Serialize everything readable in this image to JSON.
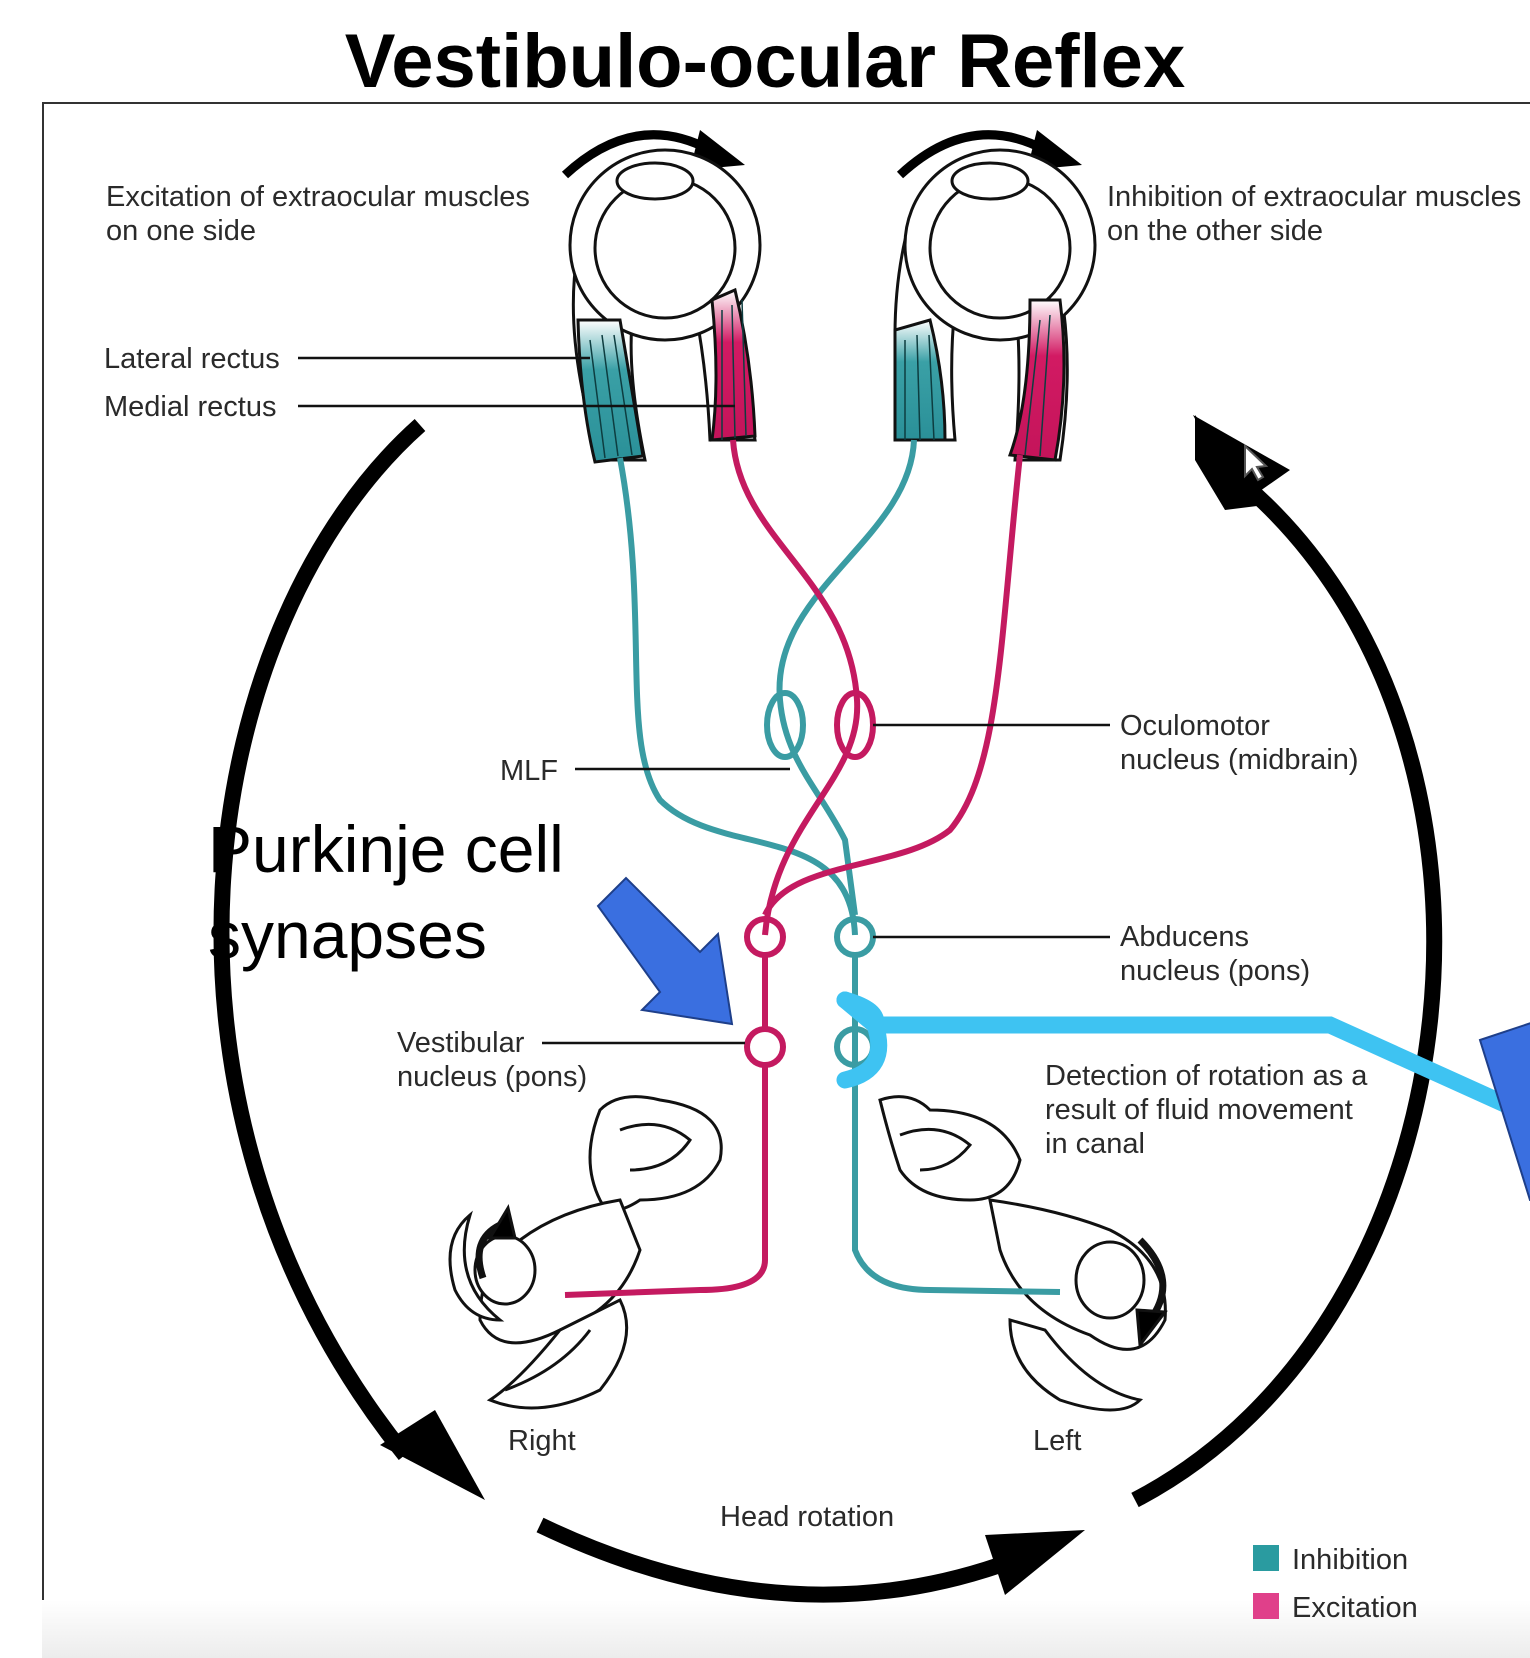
{
  "title": "Vestibulo-ocular Reflex",
  "labels": {
    "excitation_l1": "Excitation of extraocular muscles",
    "excitation_l2": "on one side",
    "inhibition_l1": "Inhibition of extraocular muscles",
    "inhibition_l2": "on the other side",
    "lateral_rectus": "Lateral rectus",
    "medial_rectus": "Medial rectus",
    "oculomotor_l1": "Oculomotor",
    "oculomotor_l2": "nucleus (midbrain)",
    "mlf": "MLF",
    "abducens_l1": "Abducens",
    "abducens_l2": "nucleus (pons)",
    "vestibular_l1": "Vestibular",
    "vestibular_l2": "nucleus (pons)",
    "detection_l1": "Detection of rotation as a",
    "detection_l2": "result of fluid movement",
    "detection_l3": "in canal",
    "right": "Right",
    "left": "Left",
    "head_rotation": "Head rotation"
  },
  "annotation": {
    "line1": "Purkinje cell",
    "line2": "synapses"
  },
  "legend": [
    {
      "label": "Inhibition",
      "color": "#2a9ba0"
    },
    {
      "label": "Excitation",
      "color": "#e0408a"
    }
  ],
  "colors": {
    "inhibition_path": "#3a9ca3",
    "excitation_path": "#c41a60",
    "purkinje_arrow": "#3a6fe0",
    "purkinje_fiber": "#3ec3f2"
  }
}
